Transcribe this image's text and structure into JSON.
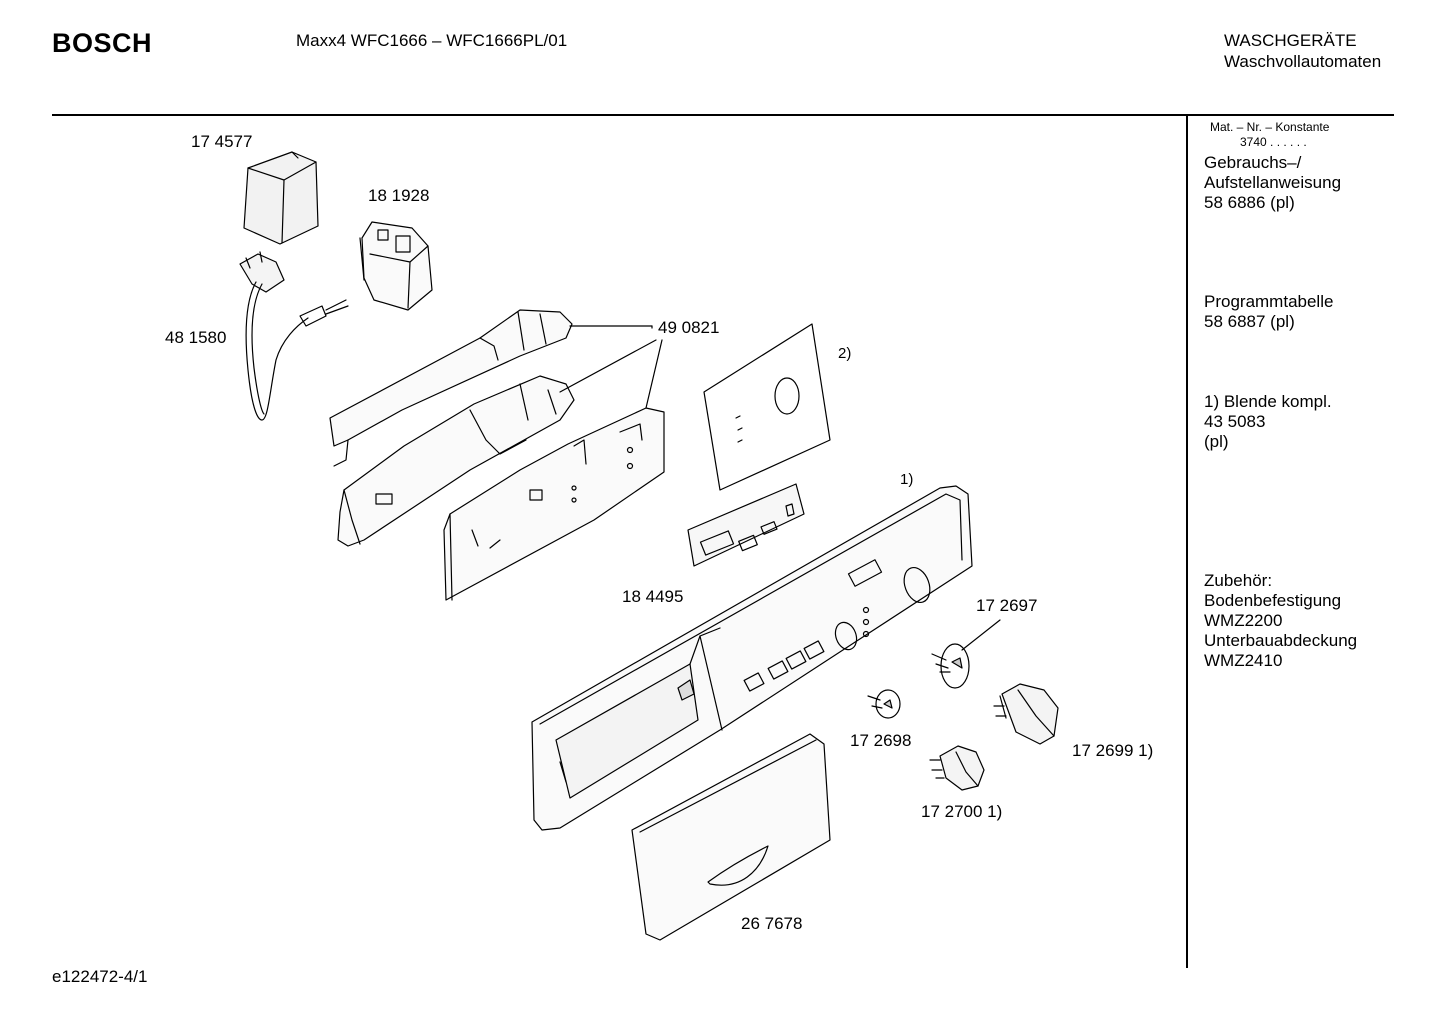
{
  "header": {
    "brand": "BOSCH",
    "model": "Maxx4 WFC1666 – WFC1666PL/01",
    "category": "WASCHGERÄTE",
    "subcategory": "Waschvollautomaten"
  },
  "sidebar": {
    "mat_label": "Mat. – Nr. – Konstante",
    "mat_value": "3740  .  .  .  .  .  .",
    "manual_line1": "Gebrauchs–/",
    "manual_line2": "Aufstellanweisung",
    "manual_number": "58 6886 (pl)",
    "program_label": "Programmtabelle",
    "program_number": "58 6887 (pl)",
    "panel_label": "1) Blende kompl.",
    "panel_number": "43 5083",
    "panel_lang": "(pl)",
    "accessories_label": "Zubehör:",
    "acc1_name": "Bodenbefestigung",
    "acc1_code": "WMZ2200",
    "acc2_name": "Unterbauabdeckung",
    "acc2_code": "WMZ2410"
  },
  "parts": {
    "cover": "17 4577",
    "filter": "18 1928",
    "power_cord": "48 1580",
    "module": "49 0821",
    "display_board": "18 4495",
    "knob_small": "17 2698",
    "knob_bracket": "17 2697",
    "knob_large": "17 2699 1)",
    "knob_medium": "17 2700 1)",
    "drawer_handle": "26 7678"
  },
  "refs": {
    "panel": "1)",
    "label_sheet": "2)"
  },
  "footer": {
    "drawing_id": "e122472-4/1"
  }
}
